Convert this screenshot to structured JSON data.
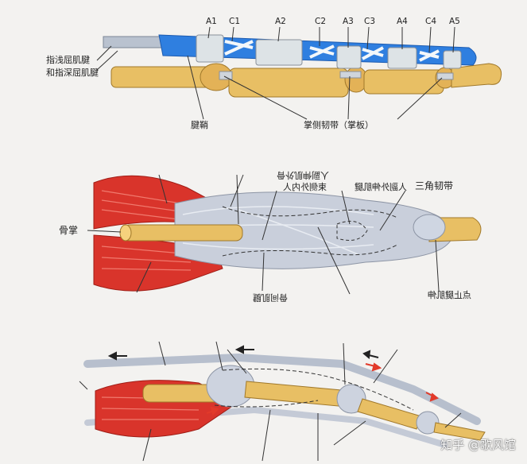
{
  "panel_top": {
    "pulleys": [
      "A1",
      "C1",
      "A2",
      "C2",
      "A3",
      "C3",
      "A4",
      "C4",
      "A5"
    ],
    "label_flexor_1": "指浅屈肌腱",
    "label_flexor_2": "和指深屈肌腱",
    "label_sheath": "腱鞘",
    "label_plate": "掌侧韧带（掌板）"
  },
  "panel_middle": {
    "label_metacarpal": "骨掌",
    "label_tri": "三角韧带",
    "label_top_left": "人副外伸肌腱",
    "label_top_sub": "束侧外内人",
    "label_top_partial": "人副伸肌外骨",
    "label_bottom_left": "骨间肌腱",
    "label_bottom_right": "点止腱肌伸"
  },
  "watermark": "知乎 @歌风馆",
  "colors": {
    "tendon_blue": "#2f7fe0",
    "bone": "#e6b455",
    "muscle": "#d9342b",
    "ligament": "#c9cfdb"
  }
}
